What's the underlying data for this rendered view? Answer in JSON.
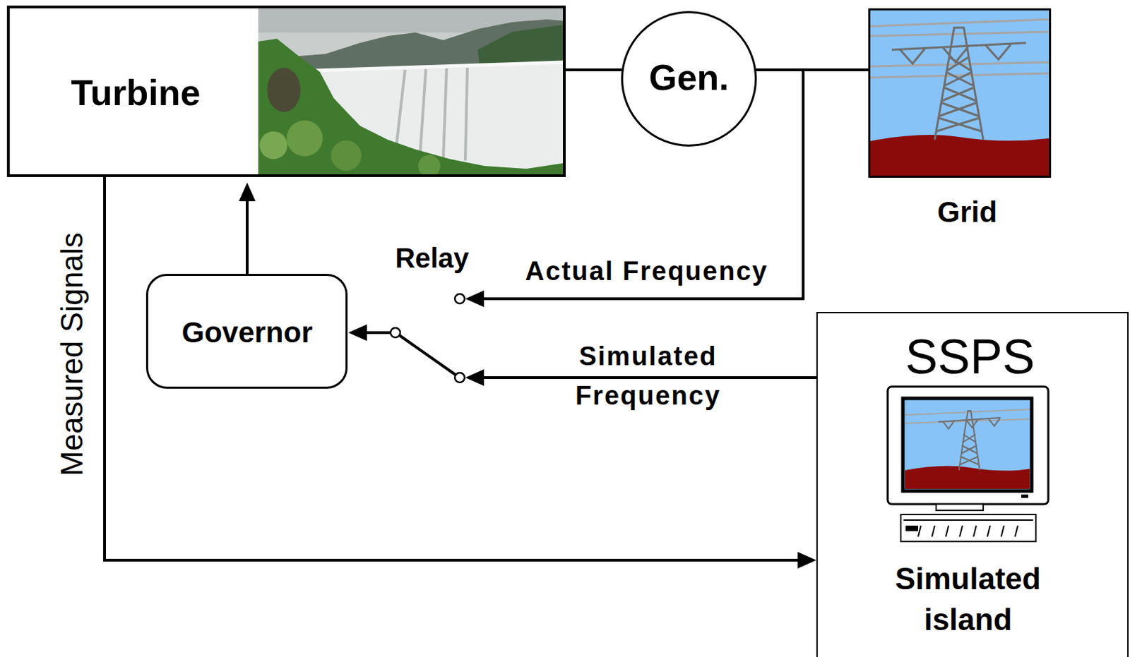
{
  "diagram": {
    "nodes": [
      {
        "text": [
          "Turbine"
        ]
      },
      {
        "text": [
          "Gen."
        ]
      },
      {
        "text": [
          "Grid"
        ]
      },
      {
        "text": [
          "Governor"
        ]
      },
      {
        "text": [
          "SSPS",
          "Simulated island"
        ]
      }
    ],
    "edges": [
      {
        "from": 0,
        "to": 1,
        "arrow": "none"
      },
      {
        "from": 1,
        "to": 2,
        "arrow": "none"
      },
      {
        "from": 3,
        "to": 0,
        "arrow": "to"
      },
      {
        "from": 0,
        "to": 4,
        "label": "Measured Signals",
        "arrow": "to"
      },
      {
        "from": 1,
        "to": 3,
        "label": "Actual Frequency",
        "arrow": "to"
      },
      {
        "from": 4,
        "to": 3,
        "label": "Simulated Frequency",
        "arrow": "to"
      }
    ],
    "labels": [
      "Relay"
    ]
  }
}
